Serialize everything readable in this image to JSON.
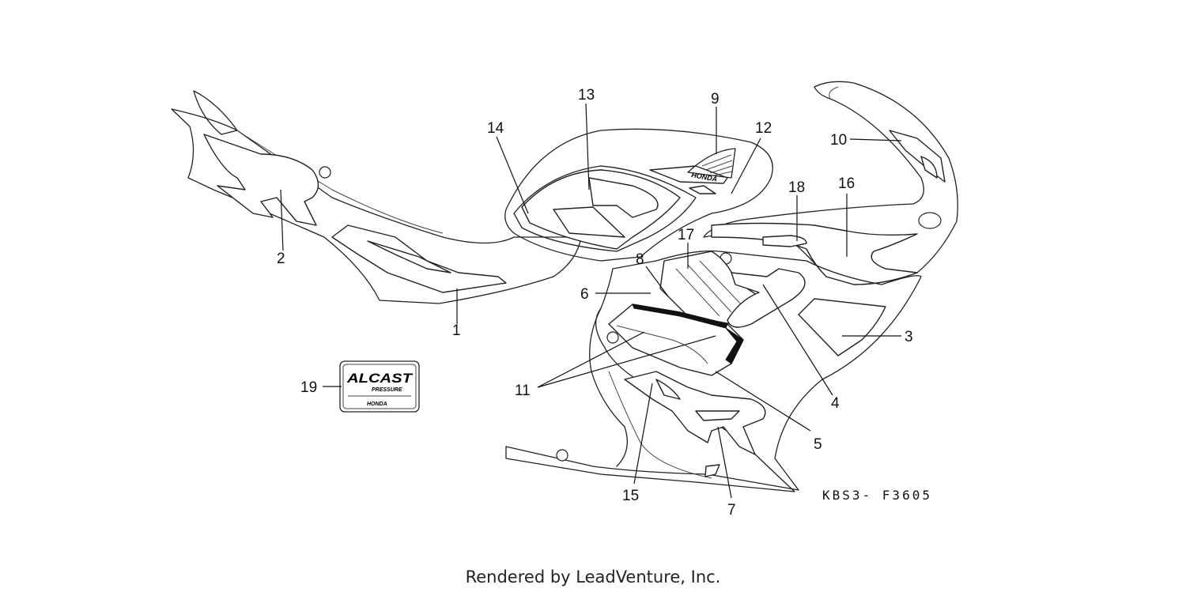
{
  "diagram": {
    "callouts": [
      {
        "id": "1",
        "label": "1"
      },
      {
        "id": "2",
        "label": "2"
      },
      {
        "id": "3",
        "label": "3"
      },
      {
        "id": "4",
        "label": "4"
      },
      {
        "id": "5",
        "label": "5"
      },
      {
        "id": "6",
        "label": "6"
      },
      {
        "id": "7",
        "label": "7"
      },
      {
        "id": "8",
        "label": "8"
      },
      {
        "id": "9",
        "label": "9"
      },
      {
        "id": "10",
        "label": "10"
      },
      {
        "id": "11",
        "label": "11"
      },
      {
        "id": "12",
        "label": "12"
      },
      {
        "id": "13",
        "label": "13"
      },
      {
        "id": "14",
        "label": "14"
      },
      {
        "id": "15",
        "label": "15"
      },
      {
        "id": "16",
        "label": "16"
      },
      {
        "id": "17",
        "label": "17"
      },
      {
        "id": "18",
        "label": "18"
      },
      {
        "id": "19",
        "label": "19"
      }
    ],
    "diagram_code": "KBS3- F3605",
    "emblem_text": "HONDA",
    "label_19": {
      "brand": "ALCAST",
      "subtitle": "PRESSURE",
      "line": "HONDA"
    }
  },
  "footer": {
    "credit": "Rendered by LeadVenture, Inc."
  },
  "colors": {
    "line": "#222222",
    "background": "#ffffff"
  }
}
